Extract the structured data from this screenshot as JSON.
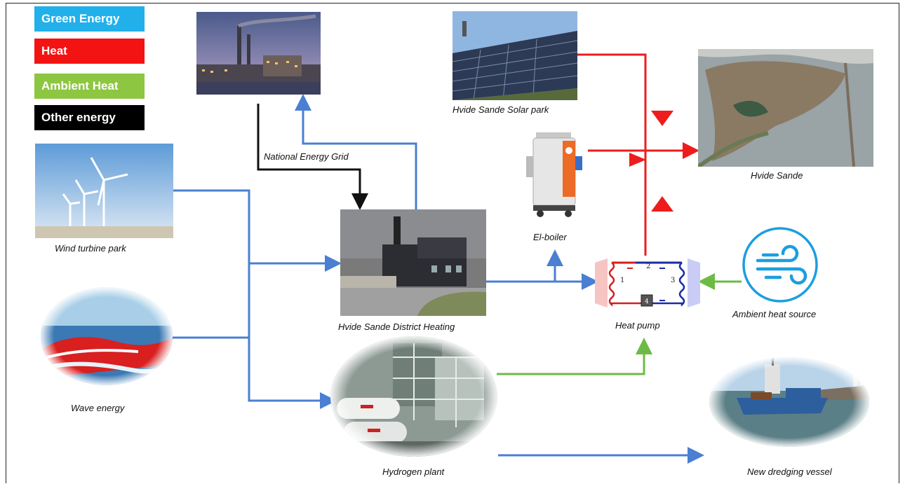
{
  "legend": {
    "green_energy": "Green Energy",
    "heat": "Heat",
    "ambient_heat": "Ambient Heat",
    "other_energy": "Other energy"
  },
  "colors": {
    "green_energy": "#22b0ea",
    "heat": "#f31313",
    "ambient_heat": "#8dc641",
    "other_energy": "#000000",
    "flow_blue": "#4a7fd1",
    "flow_red": "#ee1c1c",
    "flow_green": "#6dbb45",
    "flow_black": "#111111"
  },
  "nodes": {
    "national_grid": "National Energy Grid",
    "solar_park": "Hvide Sande Solar park",
    "hvide_sande": "Hvide Sande",
    "wind_park": "Wind turbine park",
    "el_boiler": "El-boiler",
    "district_heating": "Hvide Sande District Heating",
    "heat_pump": "Heat pump",
    "ambient_source": "Ambient heat source",
    "wave_energy": "Wave energy",
    "hydrogen_plant": "Hydrogen plant",
    "dredging_vessel": "New dredging vessel"
  },
  "heat_pump_labels": {
    "p1": "1",
    "p2": "2",
    "p3": "3",
    "p4": "4"
  }
}
